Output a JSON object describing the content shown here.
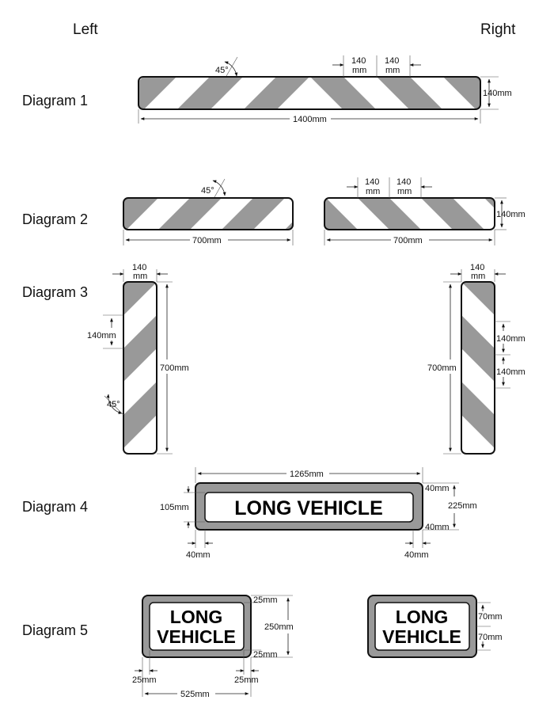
{
  "headers": {
    "left": "Left",
    "right": "Right"
  },
  "diagrams": {
    "d1": "Diagram 1",
    "d2": "Diagram 2",
    "d3": "Diagram 3",
    "d4": "Diagram 4",
    "d5": "Diagram 5"
  },
  "dims": {
    "angle": "45°",
    "stripe_num": "140",
    "mm": "mm",
    "h140": "140mm",
    "w1400": "1400mm",
    "w700": "700mm",
    "w1265": "1265mm",
    "m40": "40mm",
    "h105": "105mm",
    "h225": "225mm",
    "m25": "25mm",
    "h250": "250mm",
    "w525": "525mm",
    "h70": "70mm"
  },
  "signs": {
    "long_vehicle": "LONG VEHICLE",
    "long": "LONG",
    "vehicle": "VEHICLE"
  },
  "colors": {
    "stripe_grey": "#999999",
    "panel_white": "#ffffff",
    "outline": "#111111"
  }
}
